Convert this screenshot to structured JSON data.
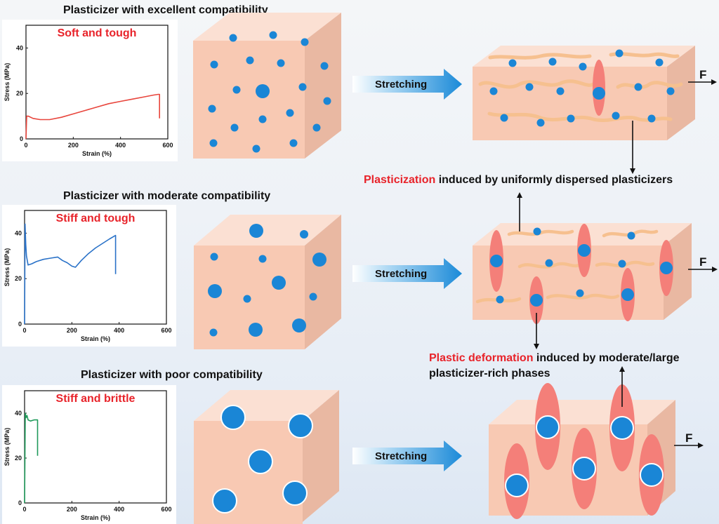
{
  "rows": [
    {
      "title": "Plasticizer with excellent compatibility",
      "chart_label": "Soft and tough"
    },
    {
      "title": "Plasticizer with moderate compatibility",
      "chart_label": "Stiff and tough"
    },
    {
      "title": "Plasticizer with poor compatibility",
      "chart_label": "Stiff and brittle"
    }
  ],
  "arrow_label": "Stretching",
  "force_label": "F",
  "annotation1": {
    "highlight": "Plasticization",
    "rest": " induced by uniformly dispersed plasticizers"
  },
  "annotation2": {
    "highlight": "Plastic deformation",
    "rest": " induced by moderate/large",
    "line2": "plasticizer-rich phases"
  },
  "colors": {
    "highlight": "#e8232a",
    "particle": "#1a86d6",
    "cube_front": "#f8c9b3",
    "elongated_phase": "#f47f79",
    "chain": "#f6c08f"
  },
  "chart_data": [
    {
      "type": "line",
      "title": "Soft and tough",
      "xlabel": "Strain (%)",
      "ylabel": "Stress (MPa)",
      "xlim": [
        0,
        600
      ],
      "ylim": [
        0,
        50
      ],
      "xticks": [
        0,
        200,
        400,
        600
      ],
      "yticks": [
        0,
        20,
        40
      ],
      "color": "#e8453c",
      "series": [
        {
          "x": [
            0,
            3,
            10,
            30,
            60,
            100,
            150,
            200,
            250,
            300,
            350,
            400,
            450,
            500,
            540,
            560,
            565,
            565
          ],
          "y": [
            0,
            10,
            10,
            9,
            8.5,
            8.5,
            9.5,
            11,
            12.5,
            14,
            15.5,
            16.5,
            17.5,
            18.5,
            19.3,
            19.6,
            19.6,
            9
          ]
        }
      ]
    },
    {
      "type": "line",
      "title": "Stiff and tough",
      "xlabel": "Strain (%)",
      "ylabel": "Stress (MPa)",
      "xlim": [
        0,
        600
      ],
      "ylim": [
        0,
        50
      ],
      "xticks": [
        0,
        200,
        400,
        600
      ],
      "yticks": [
        0,
        20,
        40
      ],
      "color": "#2a72c8",
      "series": [
        {
          "x": [
            0,
            2,
            5,
            8,
            15,
            30,
            50,
            80,
            110,
            140,
            160,
            180,
            200,
            215,
            240,
            270,
            300,
            330,
            360,
            385,
            385
          ],
          "y": [
            0,
            44,
            35,
            30,
            26,
            26.5,
            27.5,
            28.5,
            29,
            29.5,
            28,
            27,
            25.5,
            25,
            28,
            31,
            33.5,
            35.5,
            37.5,
            39,
            22
          ]
        }
      ]
    },
    {
      "type": "line",
      "title": "Stiff and brittle",
      "xlabel": "Strain (%)",
      "ylabel": "Stress (MPa)",
      "xlim": [
        0,
        600
      ],
      "ylim": [
        0,
        50
      ],
      "xticks": [
        0,
        200,
        400,
        600
      ],
      "yticks": [
        0,
        20,
        40
      ],
      "color": "#1f9a5a",
      "series": [
        {
          "x": [
            0,
            3,
            6,
            10,
            15,
            25,
            40,
            55,
            55
          ],
          "y": [
            0,
            40,
            38,
            39,
            37,
            36.5,
            37,
            37,
            21
          ]
        }
      ]
    }
  ]
}
